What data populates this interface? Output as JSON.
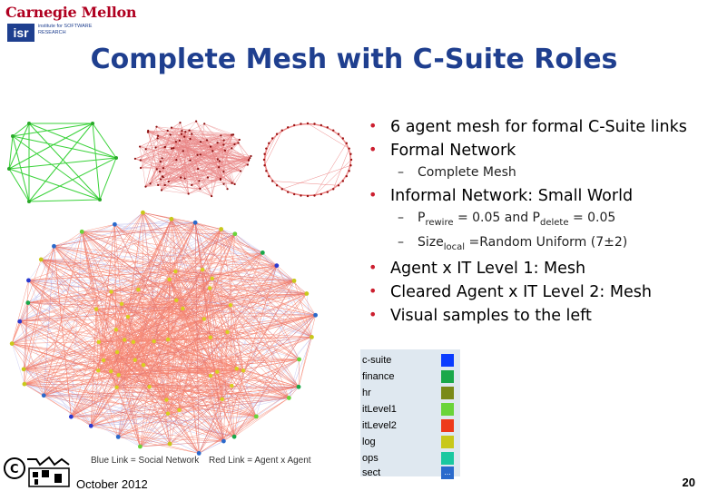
{
  "header": {
    "cmu_logo_text": "Carnegie Mellon",
    "isr_logo_text": "isr",
    "isr_logo_subtext": "institute for SOFTWARE RESEARCH"
  },
  "slide": {
    "title": "Complete Mesh with C-Suite Roles",
    "bullets": {
      "b1": "6 agent mesh for formal C-Suite links",
      "b2": "Formal Network",
      "b2_sub": "Complete Mesh",
      "b3": "Informal Network: Small World",
      "b3_sub1_prefix": "P",
      "b3_sub1_sub1": "rewire",
      "b3_sub1_mid": " = 0.05 and P",
      "b3_sub1_sub2": "delete",
      "b3_sub1_suffix": " = 0.05",
      "b3_sub2_prefix": "Size",
      "b3_sub2_sub": "local",
      "b3_sub2_suffix": " =Random Uniform (7±2)",
      "b4": "Agent x IT Level 1: Mesh",
      "b5": "Cleared Agent x IT Level 2: Mesh",
      "b6": "Visual samples to the left"
    },
    "legend": {
      "items": [
        {
          "label": "c-suite",
          "color": "#0a3cff"
        },
        {
          "label": "finance",
          "color": "#1aa84a"
        },
        {
          "label": "hr",
          "color": "#7a8a1a"
        },
        {
          "label": "itLevel1",
          "color": "#6ad43a"
        },
        {
          "label": "itLevel2",
          "color": "#ee3a1a"
        },
        {
          "label": "log",
          "color": "#c8c81a"
        },
        {
          "label": "ops",
          "color": "#1ac8a0"
        },
        {
          "label": "sect",
          "color": "#2a6acc"
        }
      ],
      "more_label": "..."
    },
    "captions": {
      "blue_link": "Blue Link = Social Network",
      "red_link": "Red Link = Agent x Agent"
    },
    "footer": {
      "date": "October 2012",
      "page": "20"
    }
  }
}
